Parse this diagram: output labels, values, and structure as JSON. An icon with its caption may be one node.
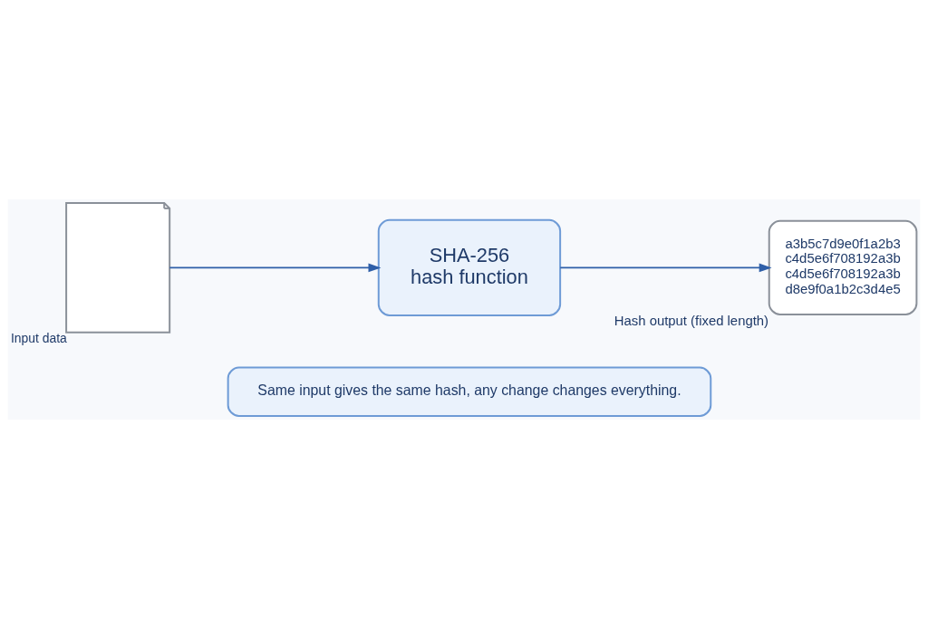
{
  "diagram": {
    "nodes": [
      {
        "text": [],
        "shape": "document",
        "beside": [
          "Input data"
        ]
      },
      {
        "text": [
          "SHA-256",
          "hash function"
        ]
      },
      {
        "text": [
          "a3b5c7d9e0f1a2b3",
          "c4d5e6f708192a3b",
          "c4d5e6f708192a3b",
          "d8e9f0a1b2c3d4e5"
        ],
        "beside": [
          "Hash output (fixed length)"
        ]
      },
      {
        "text": [
          "Same input gives the same hash, any change changes everything."
        ]
      }
    ],
    "edges": [
      {
        "from": 0,
        "to": 1,
        "arrow": "to"
      },
      {
        "from": 1,
        "to": 2,
        "arrow": "to"
      }
    ]
  }
}
